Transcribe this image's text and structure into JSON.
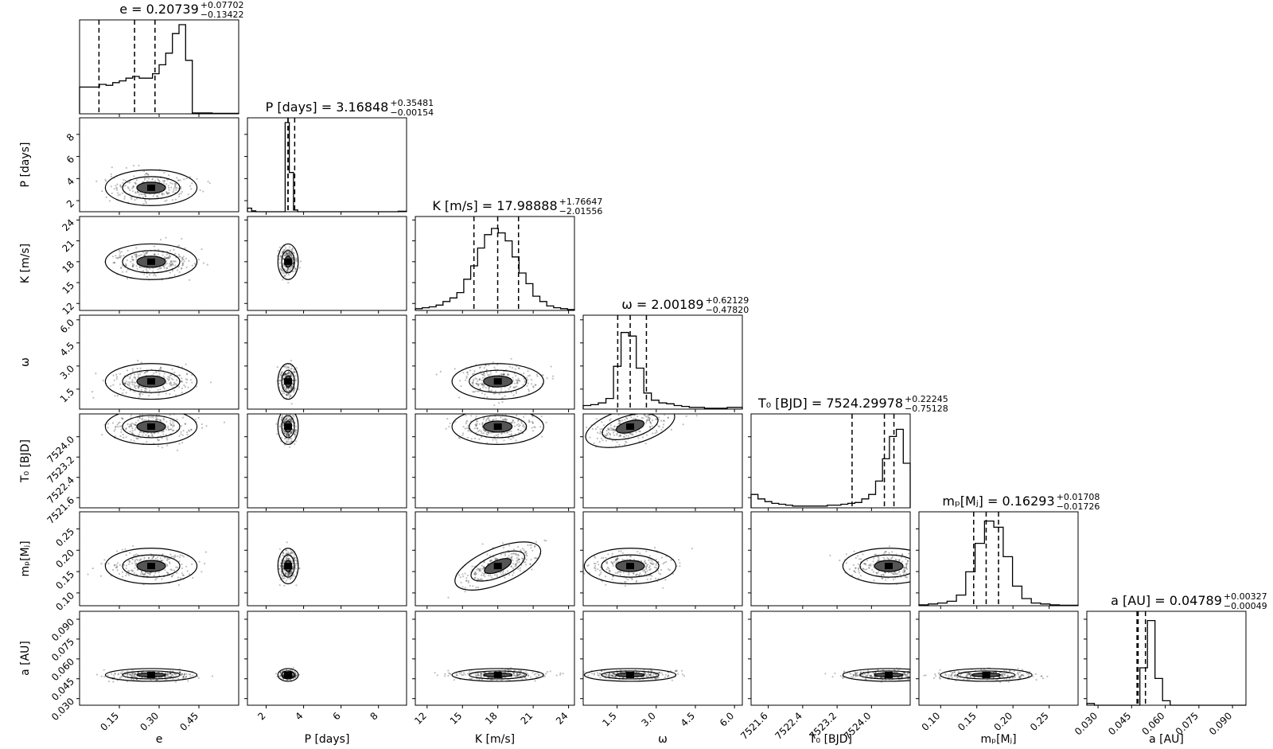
{
  "chart_data": {
    "type": "corner",
    "params": [
      "e",
      "P [days]",
      "K [m/s]",
      "ω",
      "T₀ [BJD]",
      "mp[MJ]",
      "a [AU]"
    ],
    "ylabels": [
      "",
      "P [days]",
      "K [m/s]",
      "ω",
      "T₀ [BJD]",
      "mₚ[Mⱼ]",
      "a [AU]"
    ],
    "xlabels": [
      "e",
      "P [days]",
      "K [m/s]",
      "ω",
      "T₀ [BJD]",
      "mₚ[Mⱼ]",
      "a [AU]"
    ],
    "titles": [
      {
        "label": "e",
        "value": "0.20739",
        "plus": "+0.07702",
        "minus": "−0.13422"
      },
      {
        "label": "P [days]",
        "value": "3.16848",
        "plus": "+0.35481",
        "minus": "−0.00154"
      },
      {
        "label": "K [m/s]",
        "value": "17.98888",
        "plus": "+1.76647",
        "minus": "−2.01556"
      },
      {
        "label": "ω",
        "value": "2.00189",
        "plus": "+0.62129",
        "minus": "−0.47820"
      },
      {
        "label": "T₀ [BJD]",
        "value": "7524.29978",
        "plus": "+0.22245",
        "minus": "−0.75128"
      },
      {
        "label": "mₚ[Mⱼ]",
        "value": "0.16293",
        "plus": "+0.01708",
        "minus": "−0.01726"
      },
      {
        "label": "a [AU]",
        "value": "0.04789",
        "plus": "+0.00327",
        "minus": "−0.00049"
      }
    ],
    "ranges": [
      [
        0.0,
        0.6
      ],
      [
        1.0,
        9.5
      ],
      [
        11.0,
        24.5
      ],
      [
        0.2,
        6.3
      ],
      [
        7521.2,
        7524.9
      ],
      [
        0.07,
        0.29
      ],
      [
        0.025,
        0.096
      ]
    ],
    "ticks": [
      [
        "0.15",
        "0.30",
        "0.45"
      ],
      [
        "2",
        "4",
        "6",
        "8"
      ],
      [
        "12",
        "15",
        "18",
        "21",
        "24"
      ],
      [
        "1.5",
        "3.0",
        "4.5",
        "6.0"
      ],
      [
        "7521.6",
        "7522.4",
        "7523.2",
        "7524.0"
      ],
      [
        "0.10",
        "0.15",
        "0.20",
        "0.25"
      ],
      [
        "0.030",
        "0.045",
        "0.060",
        "0.075",
        "0.090"
      ]
    ],
    "tick_values": [
      [
        0.15,
        0.3,
        0.45
      ],
      [
        2,
        4,
        6,
        8
      ],
      [
        12,
        15,
        18,
        21,
        24
      ],
      [
        1.5,
        3.0,
        4.5,
        6.0
      ],
      [
        7521.6,
        7522.4,
        7523.2,
        7524.0
      ],
      [
        0.1,
        0.15,
        0.2,
        0.25
      ],
      [
        0.03,
        0.045,
        0.06,
        0.075,
        0.09
      ]
    ],
    "quantiles": [
      [
        0.07317,
        0.20739,
        0.28441
      ],
      [
        3.16694,
        3.16848,
        3.52329
      ],
      [
        15.97332,
        17.98888,
        19.75535
      ],
      [
        1.52369,
        2.00189,
        2.62318
      ],
      [
        7523.5485,
        7524.29978,
        7524.52223
      ],
      [
        0.14567,
        0.16293,
        0.18001
      ],
      [
        0.0474,
        0.04789,
        0.05116
      ]
    ],
    "histograms": [
      [
        0.3,
        0.3,
        0.3,
        0.33,
        0.32,
        0.35,
        0.37,
        0.4,
        0.42,
        0.4,
        0.4,
        0.45,
        0.55,
        0.68,
        0.9,
        1.0,
        0.6,
        0.01,
        0.01,
        0.01,
        0.005,
        0.005,
        0.005,
        0.005
      ],
      [
        0.04,
        0.01,
        0.0,
        0.0,
        0.0,
        0.0,
        0.0,
        0.0,
        0.0,
        1.0,
        0.44,
        0.02,
        0.0,
        0.0,
        0.0,
        0.0,
        0.0,
        0.0,
        0.0,
        0.0,
        0.0,
        0.0,
        0.0,
        0.0,
        0.0,
        0.0,
        0.0,
        0.0,
        0.0,
        0.0,
        0.0,
        0.0,
        0.0,
        0.0,
        0.0,
        0.0,
        0.005,
        0.005
      ],
      [
        0.02,
        0.03,
        0.04,
        0.06,
        0.1,
        0.14,
        0.2,
        0.35,
        0.5,
        0.7,
        0.85,
        0.92,
        0.87,
        0.78,
        0.6,
        0.42,
        0.3,
        0.16,
        0.1,
        0.05,
        0.03,
        0.02,
        0.01
      ],
      [
        0.04,
        0.05,
        0.07,
        0.12,
        0.48,
        0.86,
        0.82,
        0.46,
        0.18,
        0.1,
        0.07,
        0.06,
        0.04,
        0.03,
        0.02,
        0.02,
        0.01,
        0.01,
        0.01,
        0.02,
        0.02
      ],
      [
        0.15,
        0.1,
        0.07,
        0.05,
        0.04,
        0.03,
        0.02,
        0.02,
        0.02,
        0.02,
        0.02,
        0.03,
        0.03,
        0.04,
        0.05,
        0.06,
        0.1,
        0.15,
        0.3,
        0.55,
        0.8,
        0.88,
        0.5
      ],
      [
        0.01,
        0.02,
        0.03,
        0.05,
        0.12,
        0.38,
        0.7,
        0.95,
        0.88,
        0.55,
        0.22,
        0.08,
        0.03,
        0.02,
        0.01,
        0.005,
        0.005
      ],
      [
        0.02,
        0.0,
        0.0,
        0.0,
        0.0,
        0.0,
        0.0,
        0.42,
        0.95,
        0.3,
        0.05,
        0.0,
        0.0,
        0.0,
        0.0,
        0.0,
        0.0,
        0.0,
        0.0,
        0.0,
        0.0
      ]
    ],
    "peaks": [
      0.27,
      3.17,
      18.0,
      2.0,
      7524.4,
      0.163,
      0.0479
    ]
  }
}
